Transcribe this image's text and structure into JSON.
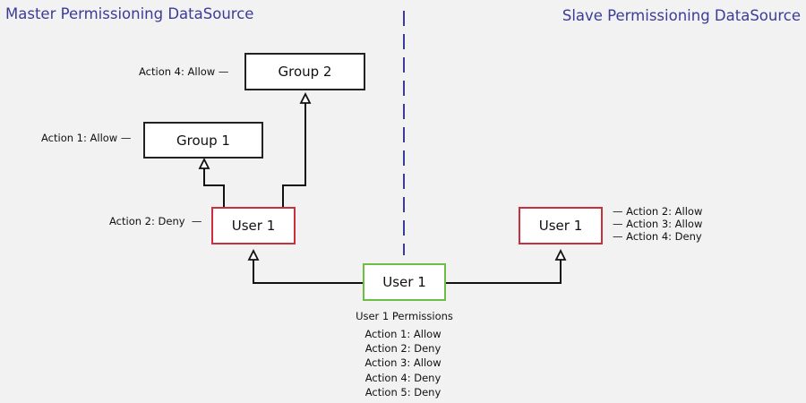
{
  "headers": {
    "master": "Master Permissioning DataSource",
    "slave": "Slave Permissioning DataSource"
  },
  "nodes": {
    "group2": "Group 2",
    "group1": "Group 1",
    "master_user": "User 1",
    "slave_user": "User 1",
    "combined_user": "User 1"
  },
  "annotations": {
    "group2": "Action 4: Allow",
    "group1": "Action 1: Allow",
    "master_user": "Action 2: Deny",
    "slave_user": [
      "Action 2: Allow",
      "Action 3: Allow",
      "Action 4: Deny"
    ]
  },
  "permissions": {
    "title": "User 1 Permissions",
    "items": [
      "Action 1: Allow",
      "Action 2: Deny",
      "Action 3: Allow",
      "Action 4: Deny",
      "Action 5: Deny"
    ]
  },
  "colors": {
    "header": "#3b3b9a",
    "divider": "#3b3b9a",
    "master_user_border": "#c9303d",
    "slave_user_border": "#c9303d",
    "combined_user_border": "#6cbf45"
  }
}
